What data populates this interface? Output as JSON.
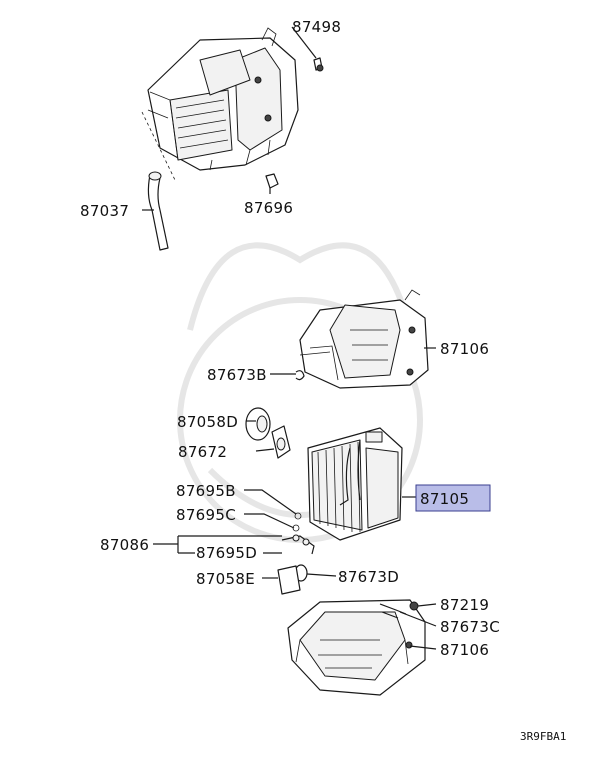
{
  "callouts": [
    {
      "id": "c1",
      "text": "87498",
      "highlight": false
    },
    {
      "id": "c2",
      "text": "87037",
      "highlight": false
    },
    {
      "id": "c3",
      "text": "87696",
      "highlight": false
    },
    {
      "id": "c4",
      "text": "87106",
      "highlight": false
    },
    {
      "id": "c5",
      "text": "87673B",
      "highlight": false
    },
    {
      "id": "c6",
      "text": "87058D",
      "highlight": false
    },
    {
      "id": "c7",
      "text": "87672",
      "highlight": false
    },
    {
      "id": "c8",
      "text": "87695B",
      "highlight": false
    },
    {
      "id": "c9",
      "text": "87105",
      "highlight": true
    },
    {
      "id": "c10",
      "text": "87695C",
      "highlight": false
    },
    {
      "id": "c11",
      "text": "87086",
      "highlight": false
    },
    {
      "id": "c12",
      "text": "87695D",
      "highlight": false
    },
    {
      "id": "c13",
      "text": "87058E",
      "highlight": false
    },
    {
      "id": "c14",
      "text": "87673D",
      "highlight": false
    },
    {
      "id": "c15",
      "text": "87219",
      "highlight": false
    },
    {
      "id": "c16",
      "text": "87673C",
      "highlight": false
    },
    {
      "id": "c17",
      "text": "87106",
      "highlight": false
    }
  ],
  "diagram_code": "3R9FBA1",
  "colors": {
    "highlight_fill": "#b9bde8",
    "highlight_stroke": "#3a3f8f",
    "line": "#1a1a1a"
  }
}
